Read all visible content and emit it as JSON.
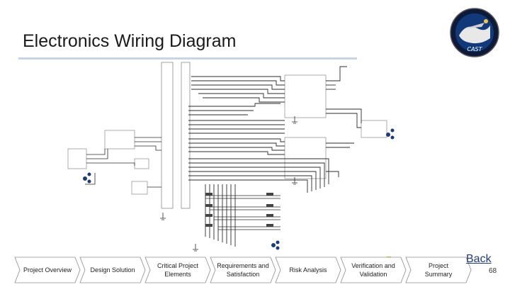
{
  "slide": {
    "title": "Electronics Wiring Diagram",
    "page_number": "68",
    "back_label": "Back",
    "logo_text": "CAST"
  },
  "nav": {
    "items": [
      {
        "label": "Project Overview",
        "active": false
      },
      {
        "label": "Design Solution",
        "active": false
      },
      {
        "label": "Critical Project Elements",
        "active": false
      },
      {
        "label": "Requirements and Satisfaction",
        "active": false
      },
      {
        "label": "Risk Analysis",
        "active": false
      },
      {
        "label": "Verification and Validation",
        "active": false
      },
      {
        "label": "Project Summary",
        "active": false
      }
    ]
  },
  "colors": {
    "title_rule": "#c9d3e6",
    "wire": "#2b2b2b",
    "chevron_fill": "#ffffff",
    "chevron_stroke": "#8c8c8c",
    "back_link": "#1f3b73"
  }
}
